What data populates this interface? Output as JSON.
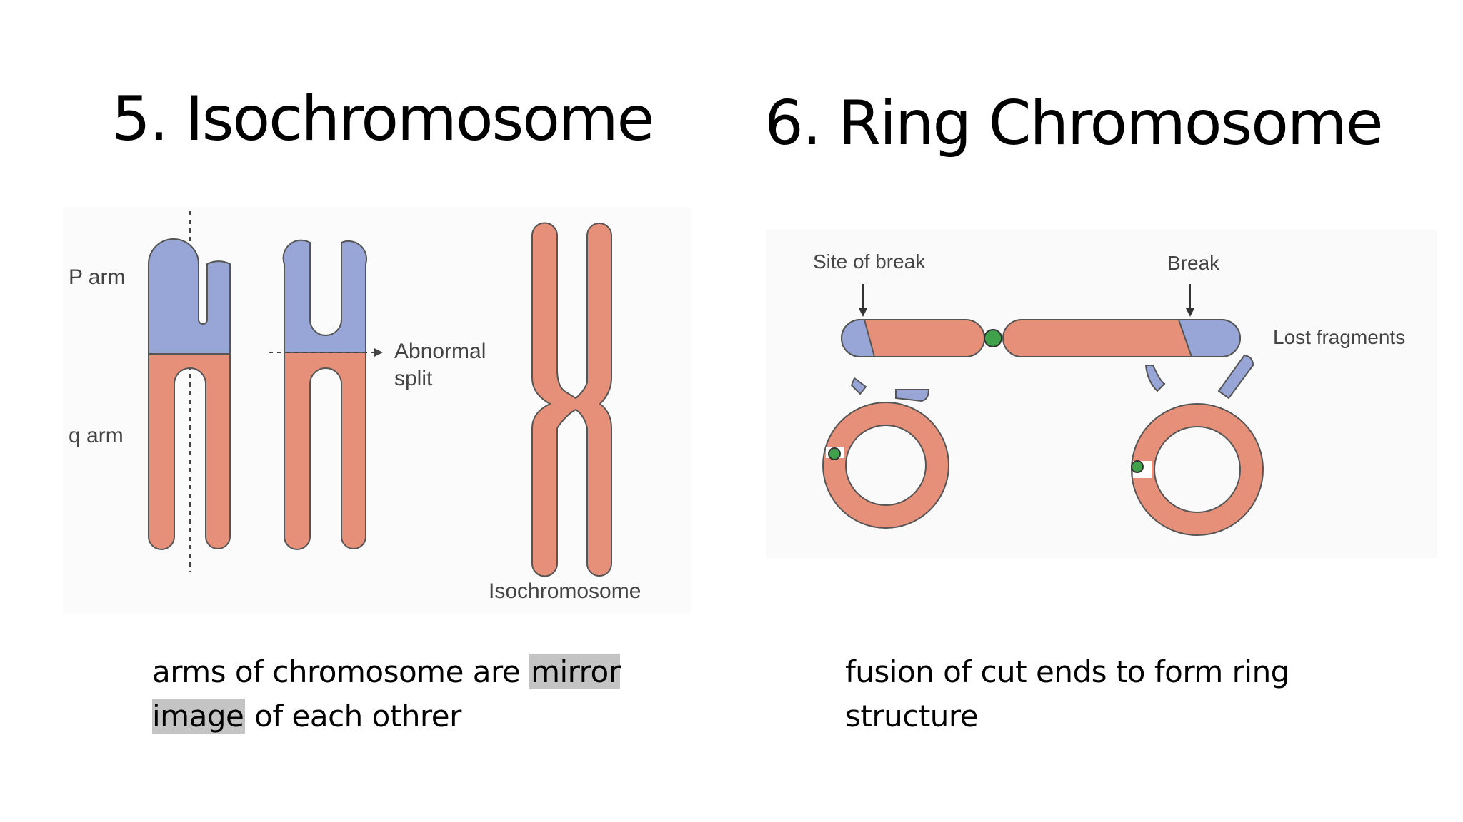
{
  "slide": {
    "left": {
      "title": "5. Isochromosome",
      "description_before": "arms of chromosome are ",
      "description_highlight": "mirror image",
      "description_after": " of each othrer",
      "figure": {
        "p_arm_label": "P arm",
        "q_arm_label": "q arm",
        "split_label_line1": "Abnormal",
        "split_label_line2": "split",
        "result_label": "Isochromosome"
      }
    },
    "right": {
      "title": "6. Ring Chromosome",
      "description": "fusion of cut ends to form ring structure",
      "figure": {
        "site_of_break_label": "Site of break",
        "break_label": "Break",
        "lost_fragments_label": "Lost fragments"
      }
    }
  },
  "colors": {
    "p_arm": "#97a6d6",
    "q_arm": "#e6907a",
    "centromere": "#3fa14a",
    "outline": "#555555",
    "highlight": "#c4c4c4"
  }
}
